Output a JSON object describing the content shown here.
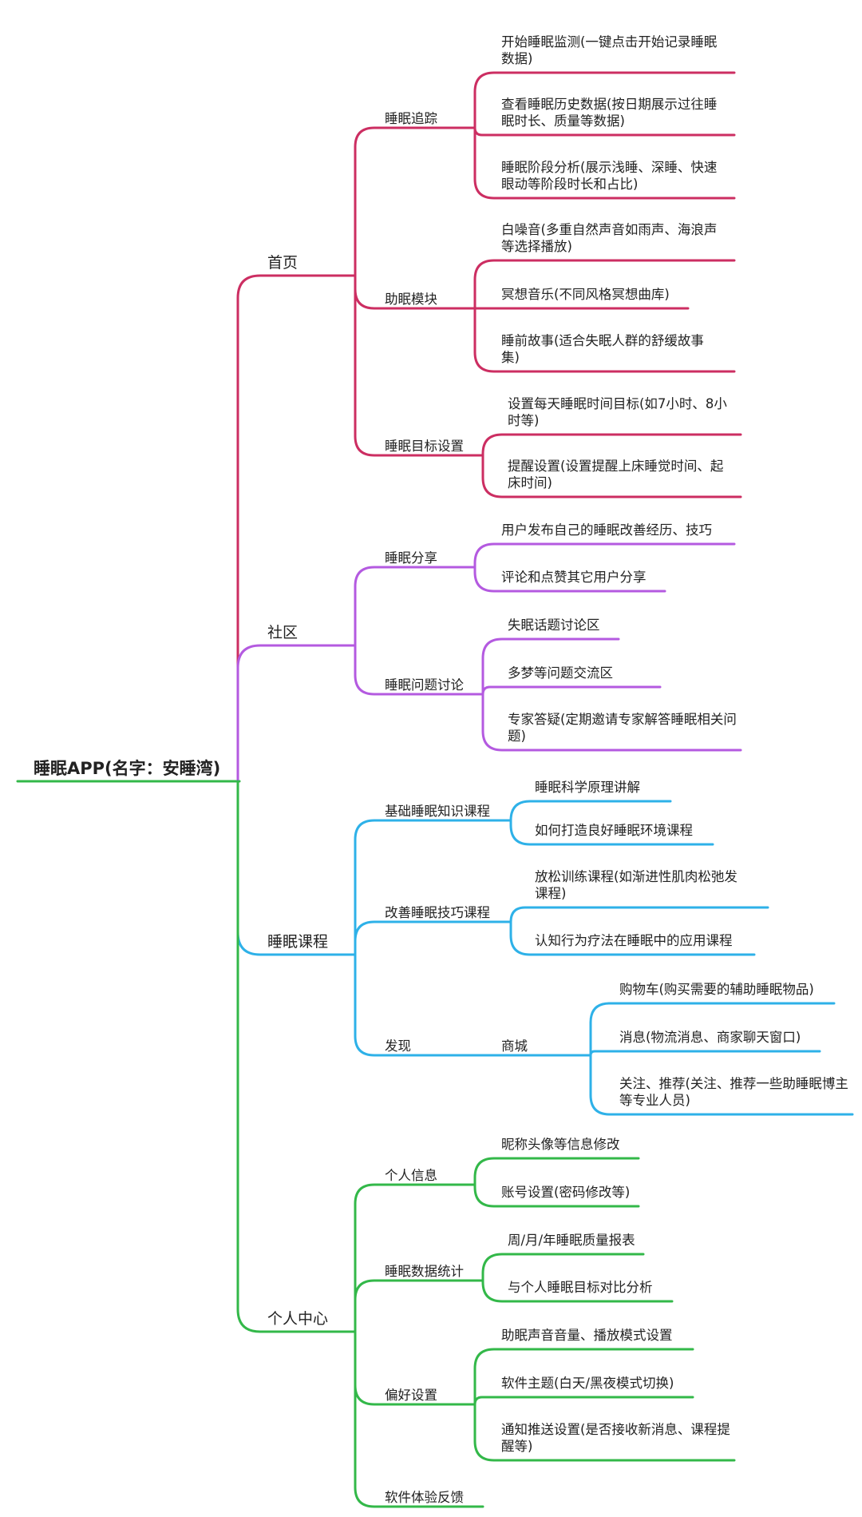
{
  "root": {
    "label": "睡眠APP(名字：安睡湾)",
    "color": "#33b849"
  },
  "branches": [
    {
      "label": "首页",
      "color": "#cc2e62",
      "children": [
        {
          "label": "睡眠追踪",
          "children": [
            {
              "label": "开始睡眠监测(一键点击开始记录睡眠数据)"
            },
            {
              "label": "查看睡眠历史数据(按日期展示过往睡眠时长、质量等数据)"
            },
            {
              "label": "睡眠阶段分析(展示浅睡、深睡、快速眼动等阶段时长和占比)"
            }
          ]
        },
        {
          "label": "助眠模块",
          "children": [
            {
              "label": "白噪音(多重自然声音如雨声、海浪声等选择播放)"
            },
            {
              "label": "冥想音乐(不同风格冥想曲库)"
            },
            {
              "label": "睡前故事(适合失眠人群的舒缓故事集)"
            }
          ]
        },
        {
          "label": "睡眠目标设置",
          "children": [
            {
              "label": "设置每天睡眠时间目标(如7小时、8小时等)"
            },
            {
              "label": "提醒设置(设置提醒上床睡觉时间、起床时间)"
            }
          ]
        }
      ]
    },
    {
      "label": "社区",
      "color": "#b45ae0",
      "children": [
        {
          "label": "睡眠分享",
          "children": [
            {
              "label": "用户发布自己的睡眠改善经历、技巧"
            },
            {
              "label": "评论和点赞其它用户分享"
            }
          ]
        },
        {
          "label": "睡眠问题讨论",
          "children": [
            {
              "label": "失眠话题讨论区"
            },
            {
              "label": "多梦等问题交流区"
            },
            {
              "label": "专家答疑(定期邀请专家解答睡眠相关问题)"
            }
          ]
        }
      ]
    },
    {
      "label": "睡眠课程",
      "color": "#2eb1e8",
      "children": [
        {
          "label": "基础睡眠知识课程",
          "children": [
            {
              "label": "睡眠科学原理讲解"
            },
            {
              "label": "如何打造良好睡眠环境课程"
            }
          ]
        },
        {
          "label": "改善睡眠技巧课程",
          "children": [
            {
              "label": "放松训练课程(如渐进性肌肉松弛发课程)"
            },
            {
              "label": "认知行为疗法在睡眠中的应用课程"
            }
          ]
        },
        {
          "label": "发现",
          "children": [
            {
              "label": "商城",
              "children": [
                {
                  "label": "购物车(购买需要的辅助睡眠物品)"
                },
                {
                  "label": "消息(物流消息、商家聊天窗口)"
                },
                {
                  "label": "关注、推荐(关注、推荐一些助睡眠博主等专业人员)"
                }
              ]
            }
          ]
        }
      ]
    },
    {
      "label": "个人中心",
      "color": "#33b849",
      "children": [
        {
          "label": "个人信息",
          "children": [
            {
              "label": "昵称头像等信息修改"
            },
            {
              "label": "账号设置(密码修改等)"
            }
          ]
        },
        {
          "label": "睡眠数据统计",
          "children": [
            {
              "label": "周/月/年睡眠质量报表"
            },
            {
              "label": "与个人睡眠目标对比分析"
            }
          ]
        },
        {
          "label": "偏好设置",
          "children": [
            {
              "label": "助眠声音音量、播放模式设置"
            },
            {
              "label": "软件主题(白天/黑夜模式切换)"
            },
            {
              "label": "通知推送设置(是否接收新消息、课程提醒等)"
            }
          ]
        },
        {
          "label": "软件体验反馈"
        }
      ]
    }
  ]
}
